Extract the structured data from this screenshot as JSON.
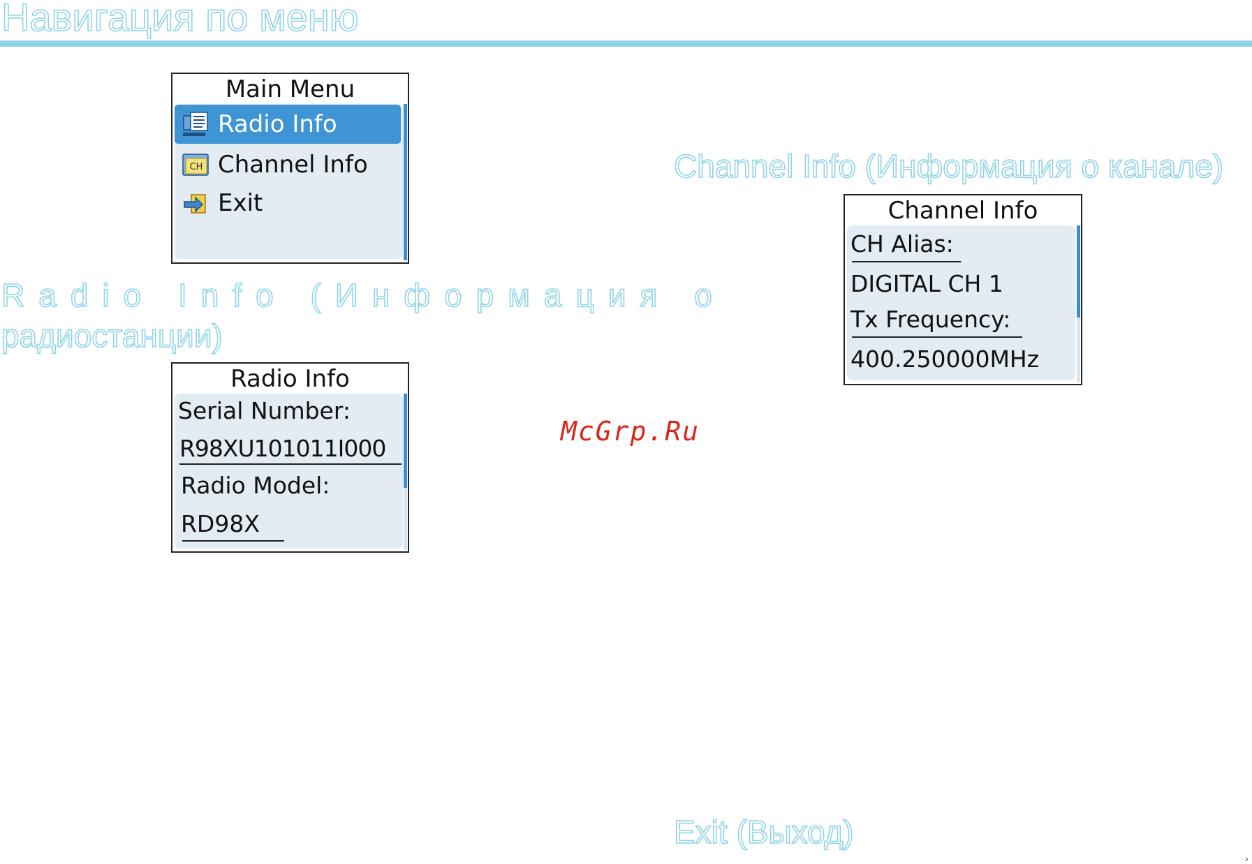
{
  "page": {
    "title": "Навигация по меню",
    "watermark": "McGrp.Ru",
    "corner_mark": "›"
  },
  "sections": {
    "radio_info_heading_line1": "Radio Info (Информация о",
    "radio_info_heading_line2": "радиостанции)",
    "channel_info_heading": "Channel Info (Информация о канале)",
    "exit_heading": "Exit (Выход)"
  },
  "main_menu": {
    "title": "Main Menu",
    "items": [
      {
        "label": "Radio Info",
        "icon": "radio-info-icon",
        "selected": true
      },
      {
        "label": "Channel Info",
        "icon": "channel-info-icon",
        "icon_text": "CH",
        "selected": false
      },
      {
        "label": "Exit",
        "icon": "exit-icon",
        "selected": false
      }
    ]
  },
  "radio_info_screen": {
    "title": "Radio Info",
    "serial_label": "Serial Number:",
    "serial_value": "R98XU101011I000",
    "model_label": "Radio Model:",
    "model_value": "RD98X"
  },
  "channel_info_screen": {
    "title": "Channel Info",
    "alias_label": "CH Alias:",
    "alias_value": "DIGITAL CH 1",
    "tx_label": "Tx Frequency:",
    "tx_value": "400.250000MHz"
  },
  "colors": {
    "heading_outline": "#8fd3e8",
    "selection": "#3e94d4",
    "screen_body": "#e3ebf3",
    "watermark": "#d9261c"
  }
}
